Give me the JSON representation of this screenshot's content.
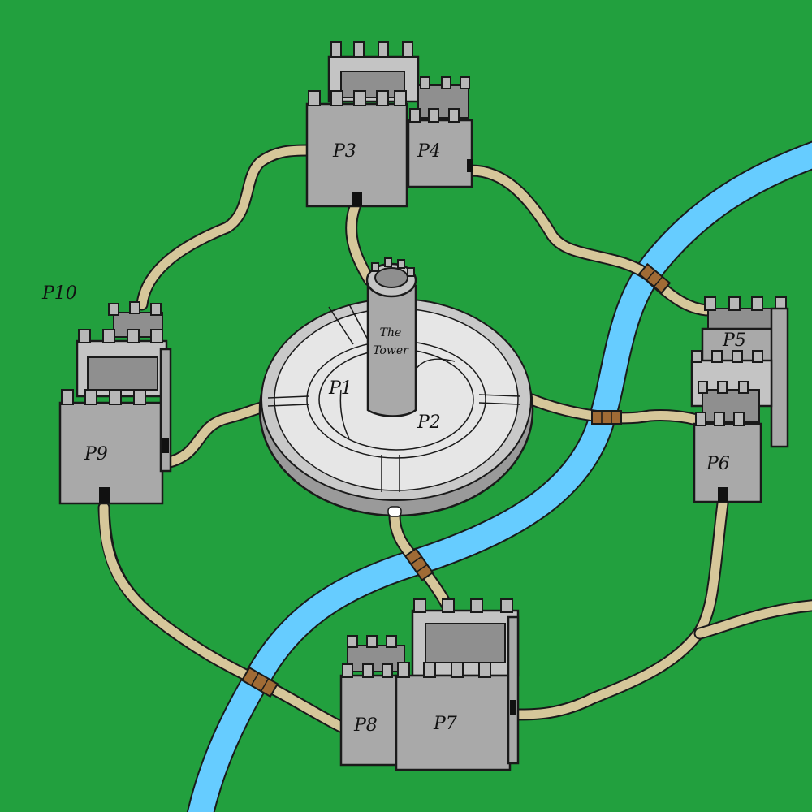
{
  "labels": {
    "p1": "P1",
    "p2": "P2",
    "p3": "P3",
    "p4": "P4",
    "p5": "P5",
    "p6": "P6",
    "p7": "P7",
    "p8": "P8",
    "p9": "P9",
    "p10": "P10",
    "tower_line1": "The",
    "tower_line2": "Tower"
  },
  "colors": {
    "grass": "#22a03e",
    "river": "#66ccff",
    "road": "#d6c79a",
    "stone": "#a9a9a9",
    "plaza": "#e6e6e6",
    "bridge": "#a06b35"
  }
}
